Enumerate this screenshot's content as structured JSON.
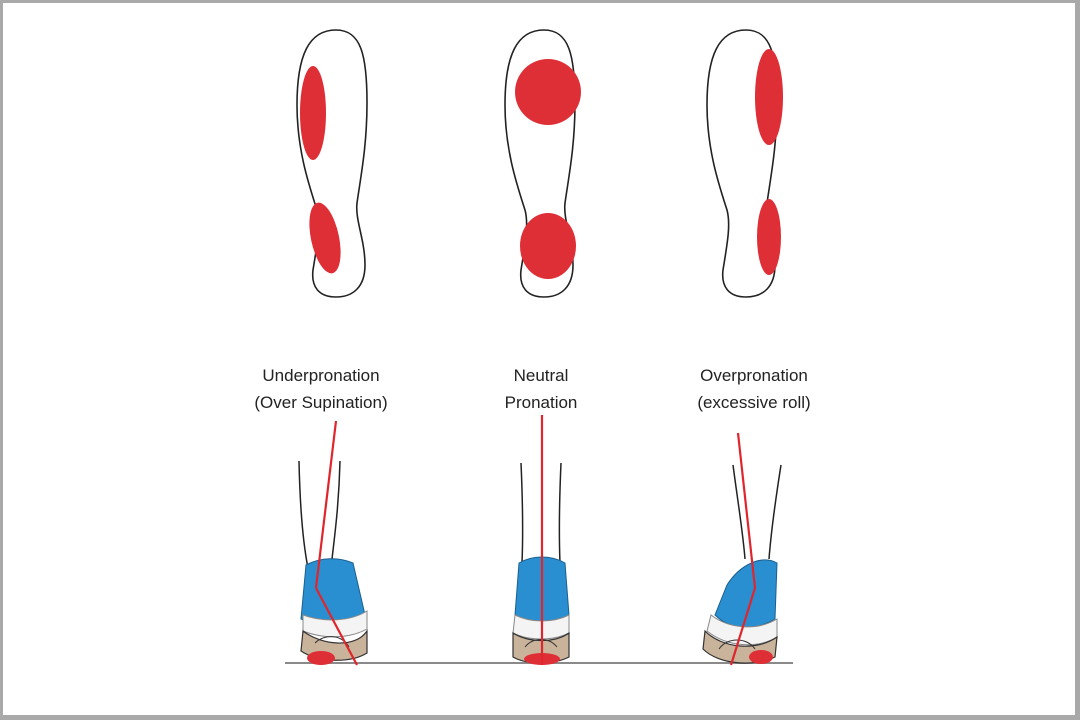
{
  "colors": {
    "pressure": "#df2f36",
    "axis_line": "#e0262c",
    "shoe_blue": "#2a8fd0",
    "shoe_blue_dark": "#1b6fa8",
    "sole": "#c9b39a",
    "outline": "#222222",
    "ground": "#8a8a8a"
  },
  "types": [
    {
      "id": "underpronation",
      "line1": "Underpronation",
      "line2": "(Over Supination)"
    },
    {
      "id": "neutral",
      "line1": "Neutral",
      "line2": "Pronation"
    },
    {
      "id": "overpronation",
      "line1": "Overpronation",
      "line2": "(excessive roll)"
    }
  ]
}
